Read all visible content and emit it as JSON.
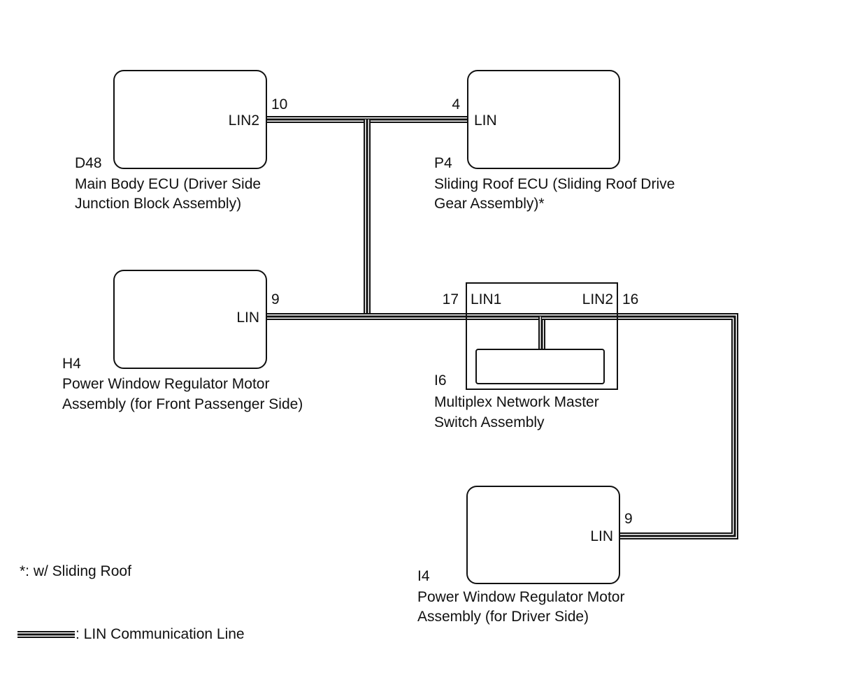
{
  "components": {
    "d48": {
      "code": "D48",
      "name_line1": "Main Body ECU (Driver Side",
      "name_line2": "Junction Block Assembly)",
      "terminal_label": "LIN2",
      "pin": "10"
    },
    "p4": {
      "code": "P4",
      "name_line1": "Sliding Roof ECU (Sliding Roof Drive",
      "name_line2": "Gear Assembly)*",
      "terminal_label": "LIN",
      "pin": "4"
    },
    "h4": {
      "code": "H4",
      "name_line1": "Power Window Regulator Motor",
      "name_line2": "Assembly (for Front Passenger Side)",
      "terminal_label": "LIN",
      "pin": "9"
    },
    "i6": {
      "code": "I6",
      "name_line1": "Multiplex Network Master",
      "name_line2": "Switch Assembly",
      "terminal1_label": "LIN1",
      "pin1": "17",
      "terminal2_label": "LIN2",
      "pin2": "16"
    },
    "i4": {
      "code": "I4",
      "name_line1": "Power Window Regulator Motor",
      "name_line2": "Assembly (for Driver Side)",
      "terminal_label": "LIN",
      "pin": "9"
    }
  },
  "notes": {
    "footnote": "*: w/ Sliding Roof",
    "legend_text": ": LIN Communication Line"
  },
  "colors": {
    "line": "#111111",
    "background": "#ffffff"
  }
}
